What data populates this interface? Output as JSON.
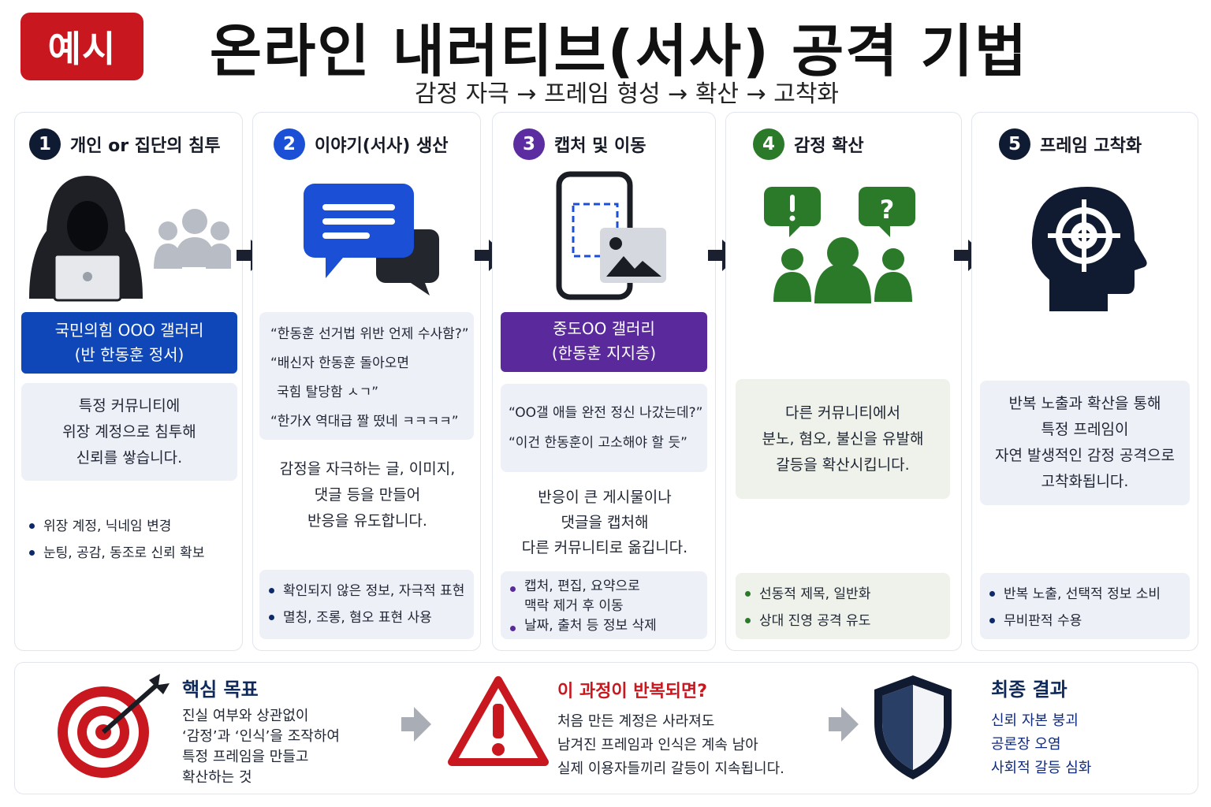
{
  "header": {
    "badge": "예시",
    "title": "온라인 내러티브(서사) 공격 기법",
    "subtitle": "감정 자극 → 프레임 형성 → 확산 → 고착화"
  },
  "colors": {
    "badge": "#c8171e",
    "step1": "#0f1a33",
    "step2": "#1a4fd6",
    "step3": "#5b2da0",
    "step4": "#2a7a2a",
    "step5": "#0f1a33",
    "blue_label": "#0f47b8",
    "purple_label": "#5a2a9c",
    "green_accent": "#2a7a2a",
    "red_accent": "#c8171e"
  },
  "steps": [
    {
      "num": "1",
      "title": "개인 or 집단의 침투",
      "icon": "hooded-hacker-with-laptop-icon",
      "label_lines": [
        "국민의힘 OOO 갤러리",
        "(반 한동훈 정서)"
      ],
      "desc_lines": [
        "특정 커뮤니티에",
        "위장 계정으로 침투해",
        "신뢰를 쌓습니다."
      ],
      "bullets": [
        "위장 계정, 닉네임 변경",
        "눈팅, 공감, 동조로 신뢰 확보"
      ]
    },
    {
      "num": "2",
      "title": "이야기(서사) 생산",
      "icon": "chat-bubbles-icon",
      "quotes": [
        "“한동훈 선거법 위반 언제 수사함?”",
        "“배신자 한동훈 돌아오면",
        "국힘 탈당함 ㅅㄱ”",
        "“한가X 역대급 짤 떴네 ㅋㅋㅋㅋ”"
      ],
      "desc_lines": [
        "감정을 자극하는 글, 이미지,",
        "댓글 등을 만들어",
        "반응을 유도합니다."
      ],
      "bullets": [
        "확인되지 않은 정보, 자극적 표현",
        "멸칭, 조롱, 혐오 표현 사용"
      ]
    },
    {
      "num": "3",
      "title": "캡처 및 이동",
      "icon": "phone-screenshot-icon",
      "label_lines": [
        "중도OO 갤러리",
        "(한동훈 지지층)"
      ],
      "quotes": [
        "“OO갤 애들 완전 정신 나갔는데?”",
        "“이건 한동훈이 고소해야 할 듯”"
      ],
      "desc_lines": [
        "반응이 큰 게시물이나",
        "댓글을 캡처해",
        "다른 커뮤니티로 옮깁니다."
      ],
      "bullets": [
        "캡처, 편집, 요약으로",
        "맥락 제거 후 이동",
        "날짜, 출처 등 정보 삭제"
      ]
    },
    {
      "num": "4",
      "title": "감정 확산",
      "icon": "group-with-speech-bubbles-icon",
      "desc_lines": [
        "다른 커뮤니티에서",
        "분노, 혐오, 불신을 유발해",
        "갈등을 확산시킵니다."
      ],
      "bullets": [
        "선동적 제목, 일반화",
        "상대 진영 공격 유도"
      ]
    },
    {
      "num": "5",
      "title": "프레임 고착화",
      "icon": "head-with-target-icon",
      "desc_lines": [
        "반복 노출과 확산을 통해",
        "특정 프레임이",
        "자연 발생적인 감정 공격으로",
        "고착화됩니다."
      ],
      "bullets": [
        "반복 노출, 선택적 정보 소비",
        "무비판적 수용"
      ]
    }
  ],
  "bottom": {
    "goal": {
      "title": "핵심 목표",
      "lines": [
        "진실 여부와 상관없이",
        "‘감정’과 ‘인식’을 조작하여",
        "특정 프레임을 만들고",
        "확산하는 것"
      ]
    },
    "repeat": {
      "title": "이 과정이 반복되면?",
      "lines": [
        "처음 만든 계정은 사라져도",
        "남겨진 프레임과 인식은 계속 남아",
        "실제 이용자들끼리 갈등이 지속됩니다."
      ]
    },
    "result": {
      "title": "최종 결과",
      "lines": [
        "신뢰 자본 붕괴",
        "공론장 오염",
        "사회적 갈등 심화"
      ]
    }
  }
}
